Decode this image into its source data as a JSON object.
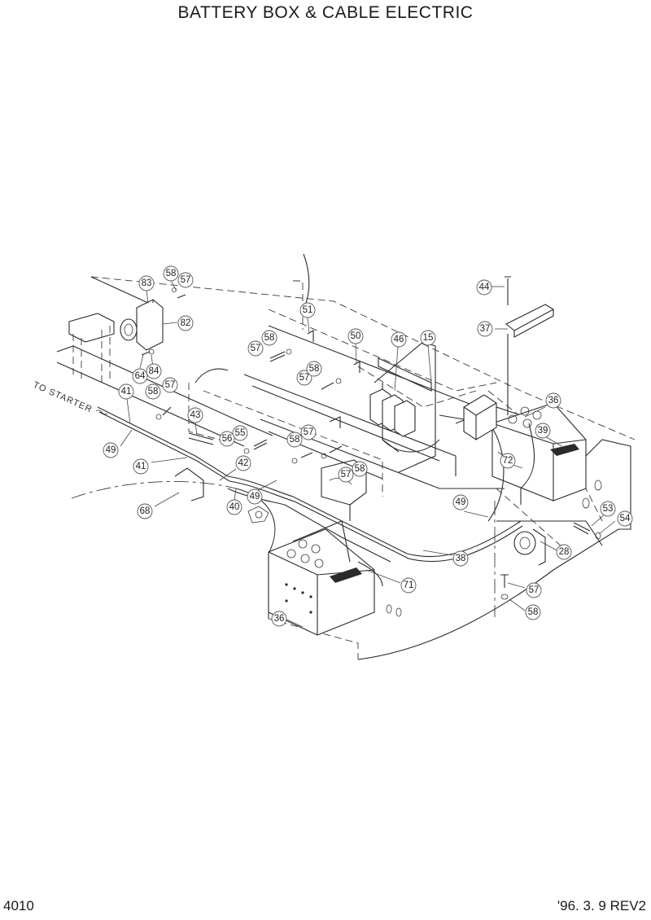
{
  "title": "BATTERY BOX & CABLE ELECTRIC",
  "page_number": "4010",
  "revision": "'96. 3. 9  REV2",
  "note_to_starter": "TO STARTER",
  "callouts": [
    "83",
    "58",
    "57",
    "82",
    "64",
    "84",
    "51",
    "58",
    "57",
    "50",
    "46",
    "15",
    "57",
    "58",
    "44",
    "37",
    "41",
    "58",
    "57",
    "36",
    "39",
    "43",
    "55",
    "56",
    "58",
    "57",
    "49",
    "41",
    "42",
    "72",
    "57",
    "58",
    "68",
    "40",
    "49",
    "49",
    "53",
    "54",
    "38",
    "28",
    "71",
    "57",
    "58",
    "36"
  ]
}
